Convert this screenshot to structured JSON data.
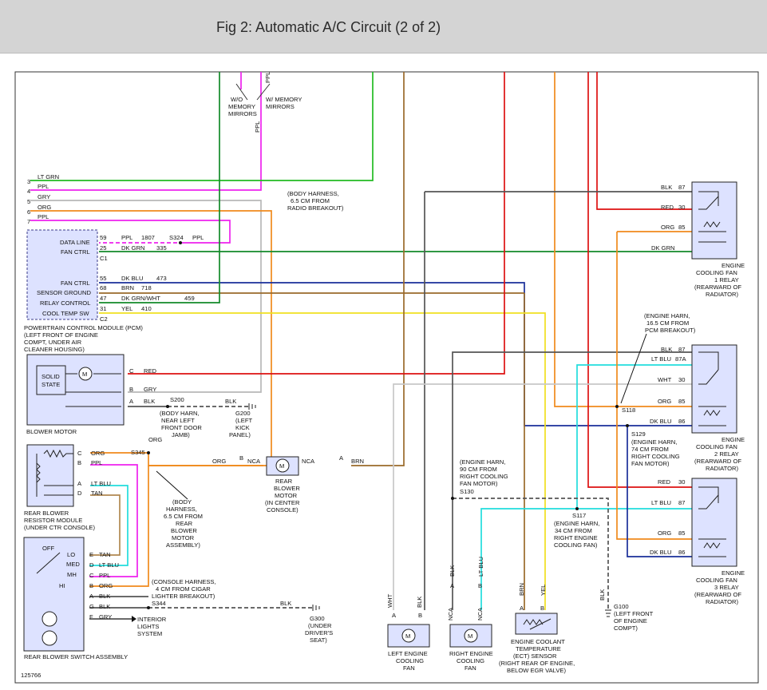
{
  "header": {
    "title": "Fig 2: Automatic A/C Circuit (2 of 2)"
  },
  "figure_number": "125766",
  "top": {
    "ppl_vertical": "PPL",
    "wo_memory": [
      "W/O",
      "MEMORY",
      "MIRRORS"
    ],
    "w_memory": [
      "W/ MEMORY",
      "MIRRORS"
    ],
    "ppl_lower": "PPL",
    "body_harness": [
      "(BODY HARNESS,",
      "6.5 CM FROM",
      "RADIO BREAKOUT)"
    ]
  },
  "pcm_pins_top": [
    {
      "num": "3",
      "label": "LT GRN"
    },
    {
      "num": "4",
      "label": "PPL"
    },
    {
      "num": "5",
      "label": "GRY"
    },
    {
      "num": "6",
      "label": "ORG"
    },
    {
      "num": "7",
      "label": "PPL"
    }
  ],
  "pcm": {
    "rows": [
      {
        "name": "DATA LINE",
        "pin": "59",
        "wire": "PPL",
        "circuit": "1807"
      },
      {
        "name": "FAN CTRL",
        "pin": "25",
        "wire": "DK GRN",
        "circuit": "335"
      },
      {
        "name": "",
        "pin": "C1",
        "wire": "",
        "circuit": ""
      },
      {
        "name": "FAN CTRL",
        "pin": "55",
        "wire": "DK BLU",
        "circuit": "473"
      },
      {
        "name": "SENSOR GROUND",
        "pin": "68",
        "wire": "BRN",
        "circuit": "718"
      },
      {
        "name": "RELAY CONTROL",
        "pin": "47",
        "wire": "DK GRN/WHT",
        "circuit": "459"
      },
      {
        "name": "COOL TEMP SW",
        "pin": "31",
        "wire": "YEL",
        "circuit": "410"
      },
      {
        "name": "",
        "pin": "C2",
        "wire": "",
        "circuit": ""
      }
    ],
    "splice_s324": "S324",
    "s324_wire": "PPL",
    "caption": [
      "POWERTRAIN CONTROL MODULE (PCM)",
      "(LEFT FRONT OF ENGINE",
      "COMPT, UNDER AIR",
      "CLEANER HOUSING)"
    ]
  },
  "blower_motor": {
    "solid_state": [
      "SOLID",
      "STATE"
    ],
    "motor_symbol": "M",
    "pins": [
      {
        "pin": "C",
        "wire": "RED"
      },
      {
        "pin": "B",
        "wire": "GRY"
      },
      {
        "pin": "A",
        "wire": "BLK"
      }
    ],
    "s200": "S200",
    "s200_wire": "BLK",
    "g200": [
      "G200",
      "(LEFT",
      "KICK",
      "PANEL)"
    ],
    "body_harness": [
      "(BODY HARN,",
      "NEAR LEFT",
      "FRONT DOOR",
      "JAMB)"
    ],
    "caption": "BLOWER MOTOR"
  },
  "rear_resistor": {
    "pins": [
      {
        "pin": "C",
        "wire": "ORG"
      },
      {
        "pin": "B",
        "wire": "PPL"
      },
      {
        "pin": "A",
        "wire": "LT BLU"
      },
      {
        "pin": "D",
        "wire": "TAN"
      }
    ],
    "s345": "S345",
    "org_label": "ORG",
    "caption": [
      "REAR BLOWER",
      "RESISTOR MODULE",
      "(UNDER CTR CONSOLE)"
    ],
    "body_harness": [
      "(BODY",
      "HARNESS,",
      "6.5 CM FROM",
      "REAR",
      "BLOWER",
      "MOTOR",
      "ASSEMBLY)"
    ]
  },
  "rear_blower": {
    "left_wire": "ORG",
    "left_pin": "B",
    "left_nca": "NCA",
    "right_nca": "NCA",
    "right_pin": "A",
    "right_wire": "BRN",
    "motor_symbol": "M",
    "caption": [
      "REAR",
      "BLOWER",
      "MOTOR",
      "(IN CENTER",
      "CONSOLE)"
    ]
  },
  "rear_switch": {
    "positions": [
      "OFF",
      "LO",
      "MED",
      "MH",
      "HI"
    ],
    "pins": [
      {
        "pin": "E",
        "wire": "TAN"
      },
      {
        "pin": "D",
        "wire": "LT BLU"
      },
      {
        "pin": "C",
        "wire": "PPL"
      },
      {
        "pin": "B",
        "wire": "ORG"
      },
      {
        "pin": "A",
        "wire": "BLK"
      },
      {
        "pin": "G",
        "wire": "BLK"
      },
      {
        "pin": "F",
        "wire": "GRY"
      }
    ],
    "console_harness": [
      "(CONSOLE HARNESS,",
      "4 CM FROM CIGAR",
      "LIGHTER BREAKOUT)"
    ],
    "s344": "S344",
    "s344_wire": "BLK",
    "g300": [
      "G300",
      "(UNDER",
      "DRIVER'S",
      "SEAT)"
    ],
    "interior": [
      "INTERIOR",
      "LIGHTS",
      "SYSTEM"
    ],
    "caption": "REAR BLOWER SWITCH ASSEMBLY"
  },
  "relays": [
    {
      "pins": [
        {
          "wire": "BLK",
          "pin": "87"
        },
        {
          "wire": "RED",
          "pin": "30"
        },
        {
          "wire": "ORG",
          "pin": "85"
        },
        {
          "wire": "DK GRN",
          "pin": ""
        }
      ],
      "caption": [
        "ENGINE",
        "COOLING FAN",
        "1 RELAY",
        "(REARWARD OF",
        "RADIATOR)"
      ]
    },
    {
      "pins": [
        {
          "wire": "BLK",
          "pin": "87"
        },
        {
          "wire": "LT BLU",
          "pin": "87A"
        },
        {
          "wire": "WHT",
          "pin": "30"
        },
        {
          "wire": "ORG",
          "pin": "85"
        },
        {
          "wire": "DK BLU",
          "pin": "86"
        }
      ],
      "caption": [
        "ENGINE",
        "COOLING FAN",
        "2 RELAY",
        "(REARWARD OF",
        "RADIATOR)"
      ]
    },
    {
      "pins": [
        {
          "wire": "RED",
          "pin": "30"
        },
        {
          "wire": "LT BLU",
          "pin": "87"
        },
        {
          "wire": "ORG",
          "pin": "85"
        },
        {
          "wire": "DK BLU",
          "pin": "86"
        }
      ],
      "caption": [
        "ENGINE",
        "COOLING FAN",
        "3 RELAY",
        "(REARWARD OF",
        "RADIATOR)"
      ]
    }
  ],
  "engine_harness_16": [
    "(ENGINE HARN,",
    "16.5 CM FROM",
    "PCM BREAKOUT)"
  ],
  "s118": "S118",
  "s129": "S129",
  "engine_harness_74": [
    "(ENGINE HARN,",
    "74 CM FROM",
    "RIGHT COOLING",
    "FAN MOTOR)"
  ],
  "engine_harness_90": [
    "(ENGINE HARN,",
    "90 CM FROM",
    "RIGHT COOLING",
    "FAN MOTOR)"
  ],
  "s130": "S130",
  "s117": "S117",
  "engine_harness_34": [
    "(ENGINE HARN,",
    "34 CM FROM",
    "RIGHT ENGINE",
    "COOLING FAN)"
  ],
  "left_fan": {
    "pins": [
      {
        "pin": "A",
        "wire": "WHT"
      },
      {
        "pin": "B",
        "wire": "BLK"
      }
    ],
    "motor_symbol": "M",
    "caption": [
      "LEFT ENGINE",
      "COOLING",
      "FAN"
    ]
  },
  "right_fan": {
    "pins": [
      {
        "pin": "A",
        "wire": "BLK"
      },
      {
        "pin": "B",
        "wire": "LT BLU"
      }
    ],
    "nca": [
      "NCA",
      "NCA"
    ],
    "motor_symbol": "M",
    "caption": [
      "RIGHT ENGINE",
      "COOLING",
      "FAN"
    ]
  },
  "ect_sensor": {
    "pins": [
      {
        "pin": "A",
        "wire": "BRN"
      },
      {
        "pin": "B",
        "wire": "YEL"
      }
    ],
    "caption": [
      "ENGINE COOLANT",
      "TEMPERATURE",
      "(ECT) SENSOR",
      "(RIGHT REAR OF ENGINE,",
      "BELOW EGR VALVE)"
    ]
  },
  "g100": {
    "wire": "BLK",
    "caption": [
      "G100",
      "(LEFT FRONT",
      "OF ENGINE",
      "COMPT)"
    ]
  },
  "colors": {
    "ltgrn": "#22bb22",
    "ppl": "#ee22ee",
    "gry": "#b8b8b8",
    "org": "#f08a1c",
    "dkgrn": "#138a2a",
    "dkblu": "#1a2f9a",
    "brn": "#9a6a2a",
    "yel": "#f0e020",
    "red": "#dd1111",
    "ltblu": "#22dddd",
    "blk": "#555555",
    "wht": "#c8c8c8",
    "tan": "#b08850"
  }
}
